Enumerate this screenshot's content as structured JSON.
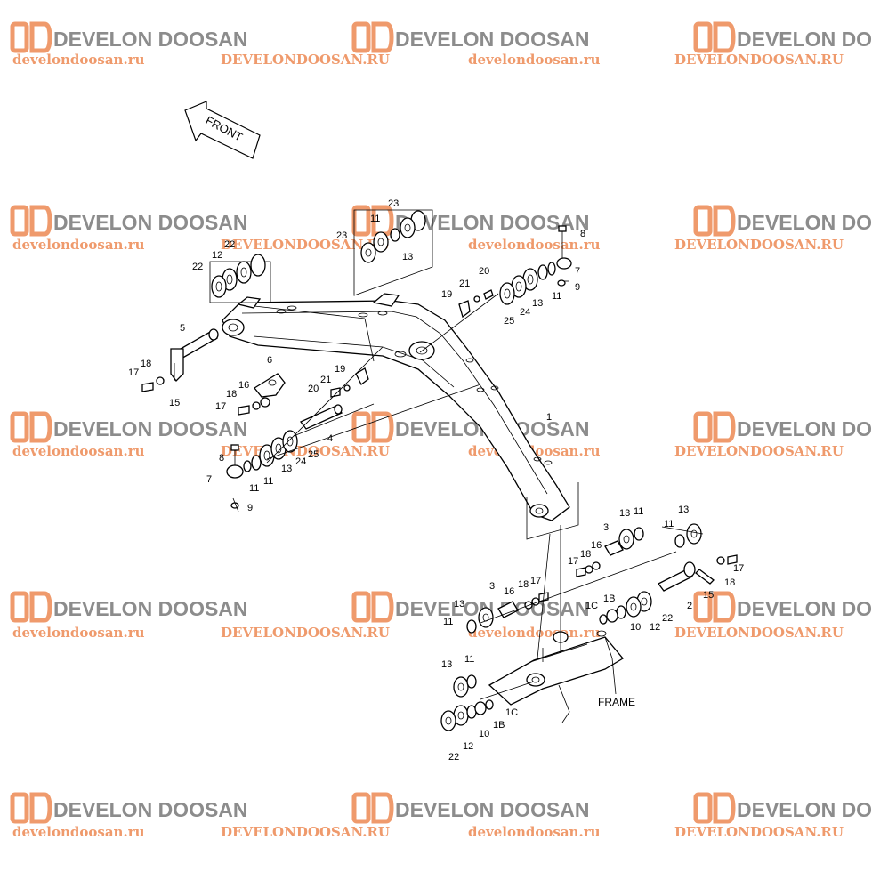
{
  "watermark": {
    "brand": "DEVELON DOOSAN",
    "url_lower": "develondoosan.ru",
    "url_upper": "DEVELONDOOSAN.RU",
    "logo_color": "#ef9a6c",
    "text_color": "#8c8c8c"
  },
  "diagram": {
    "direction_label": "FRONT",
    "frame_label": "FRAME",
    "part_numbers": [
      "1",
      "2",
      "3",
      "4",
      "5",
      "6",
      "7",
      "8",
      "9",
      "10",
      "11",
      "12",
      "13",
      "15",
      "16",
      "17",
      "18",
      "19",
      "20",
      "21",
      "22",
      "23",
      "24",
      "25",
      "1B",
      "1C"
    ]
  }
}
